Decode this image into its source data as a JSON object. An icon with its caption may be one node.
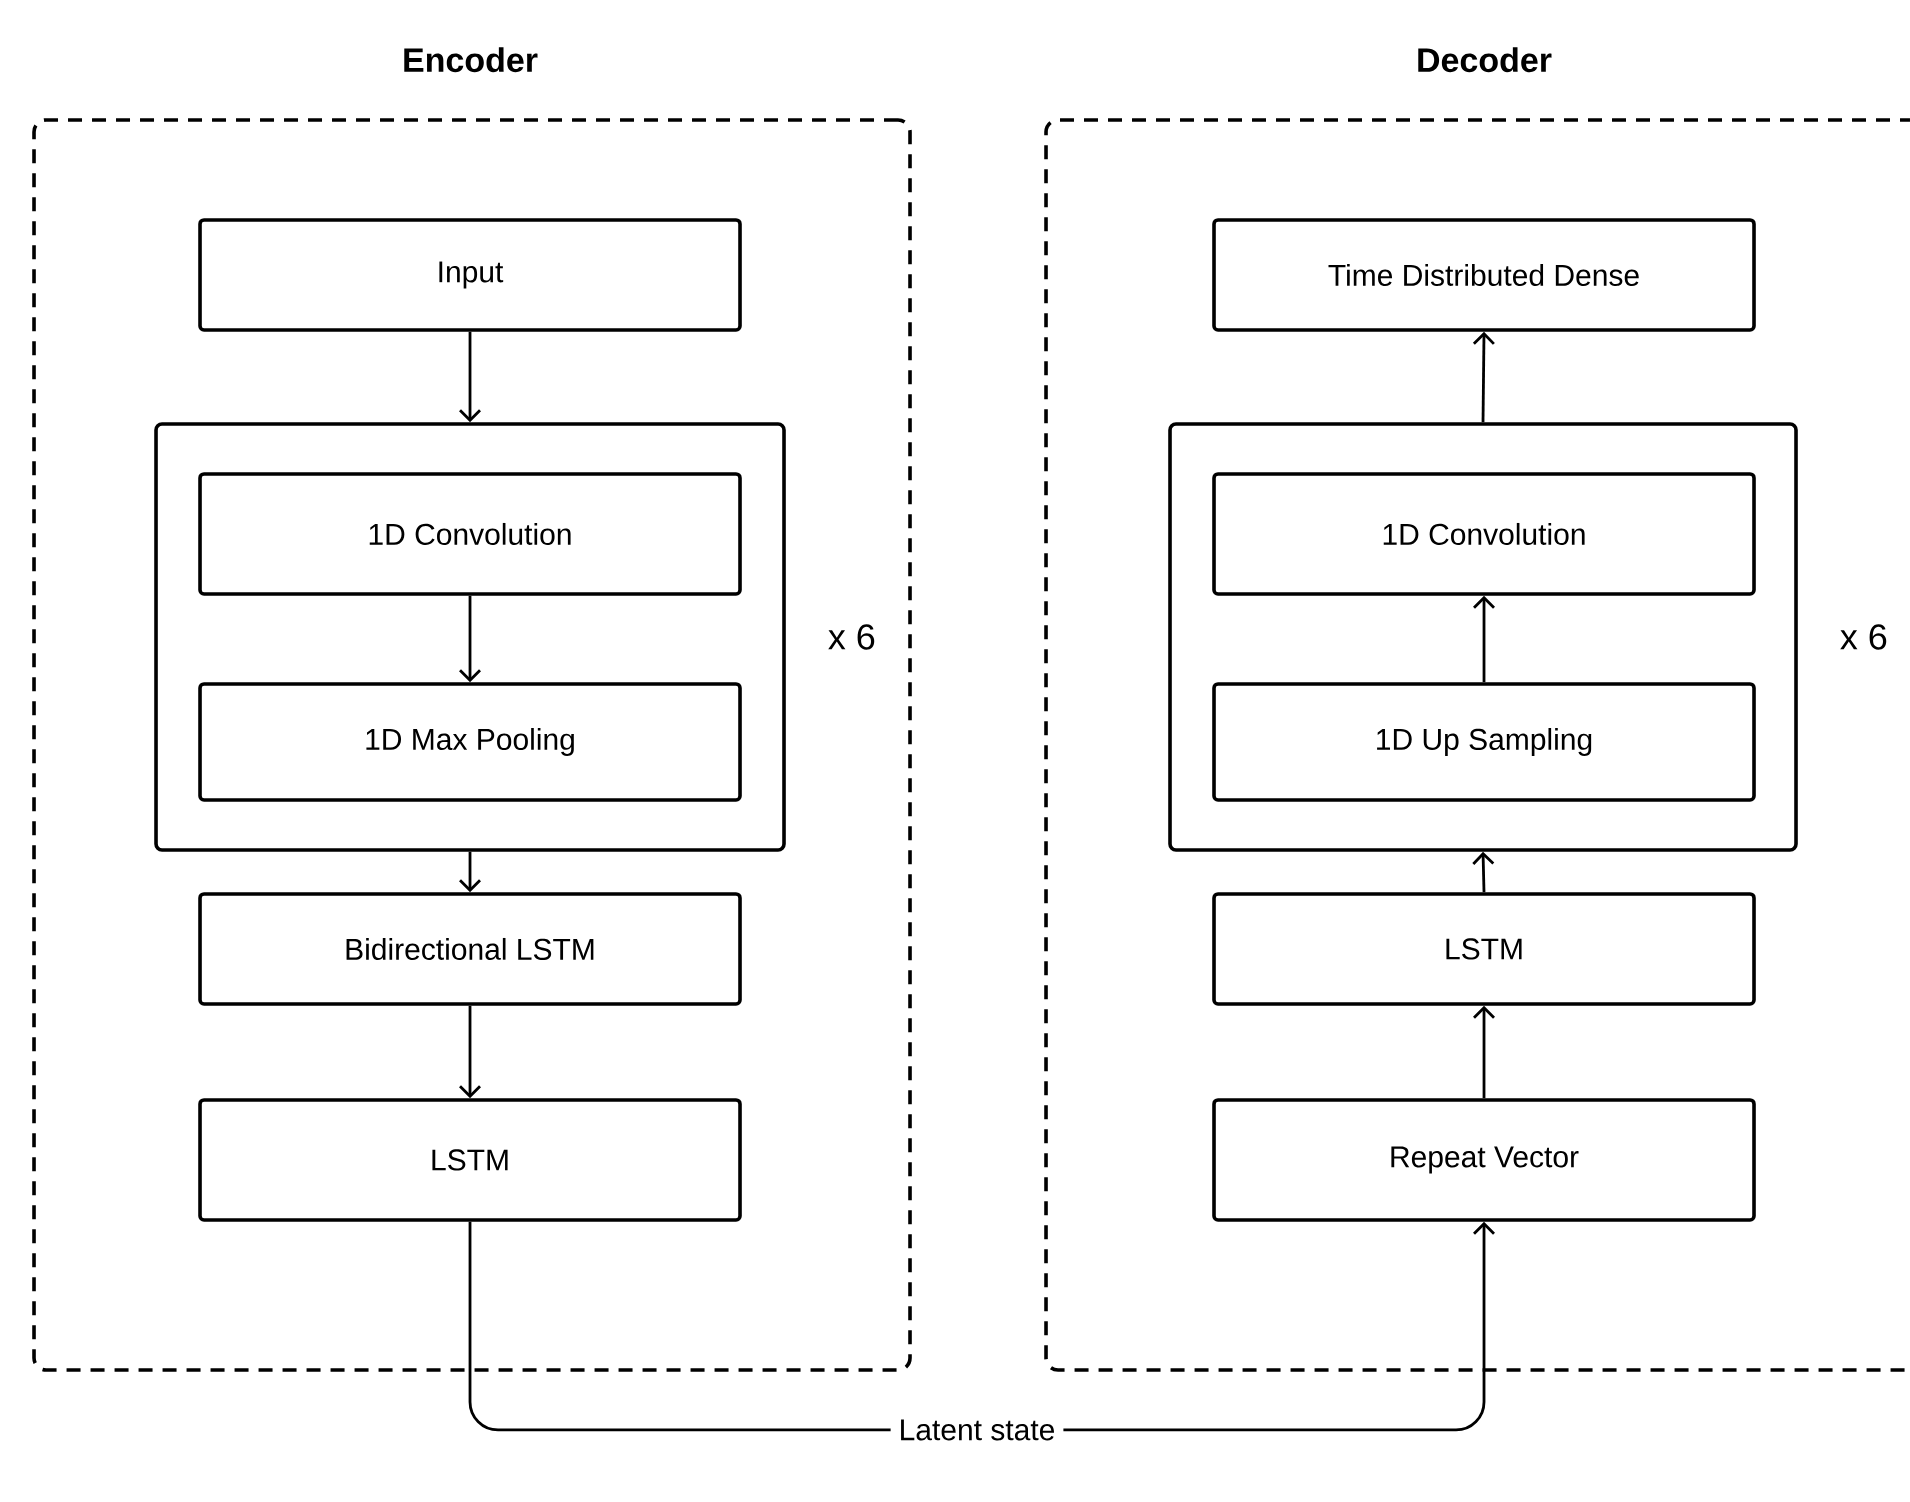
{
  "diagram": {
    "nodes": [
      {
        "text": [
          "Encoder"
        ]
      },
      {
        "text": [
          "Input"
        ],
        "in": 0
      },
      {
        "text": [],
        "shape": "box",
        "in": 0,
        "beside": [
          "x 6"
        ]
      },
      {
        "text": [
          "1D Convolution"
        ],
        "in": 2
      },
      {
        "text": [
          "1D Max Pooling"
        ],
        "in": 2
      },
      {
        "text": [
          "Bidirectional LSTM"
        ],
        "in": 0
      },
      {
        "text": [
          "LSTM"
        ],
        "in": 0
      },
      {
        "text": [
          "Decoder"
        ]
      },
      {
        "text": [
          "Time Distributed Dense"
        ],
        "in": 7
      },
      {
        "text": [],
        "shape": "box",
        "in": 7,
        "beside": [
          "x 6"
        ]
      },
      {
        "text": [
          "1D Convolution"
        ],
        "in": 9
      },
      {
        "text": [
          "1D Up Sampling"
        ],
        "in": 9
      },
      {
        "text": [
          "LSTM"
        ],
        "in": 7
      },
      {
        "text": [
          "Repeat Vector"
        ],
        "in": 7
      }
    ],
    "edges": [
      {
        "from": 1,
        "to": 2,
        "arrow": "to"
      },
      {
        "from": 3,
        "to": 4,
        "arrow": "to"
      },
      {
        "from": 2,
        "to": 5,
        "arrow": "to"
      },
      {
        "from": 5,
        "to": 6,
        "arrow": "to"
      },
      {
        "from": 6,
        "to": 13,
        "arrow": "to",
        "label": "Latent state"
      },
      {
        "from": 13,
        "to": 12,
        "arrow": "to"
      },
      {
        "from": 12,
        "to": 9,
        "arrow": "to"
      },
      {
        "from": 11,
        "to": 10,
        "arrow": "to"
      },
      {
        "from": 9,
        "to": 8,
        "arrow": "to"
      }
    ]
  }
}
